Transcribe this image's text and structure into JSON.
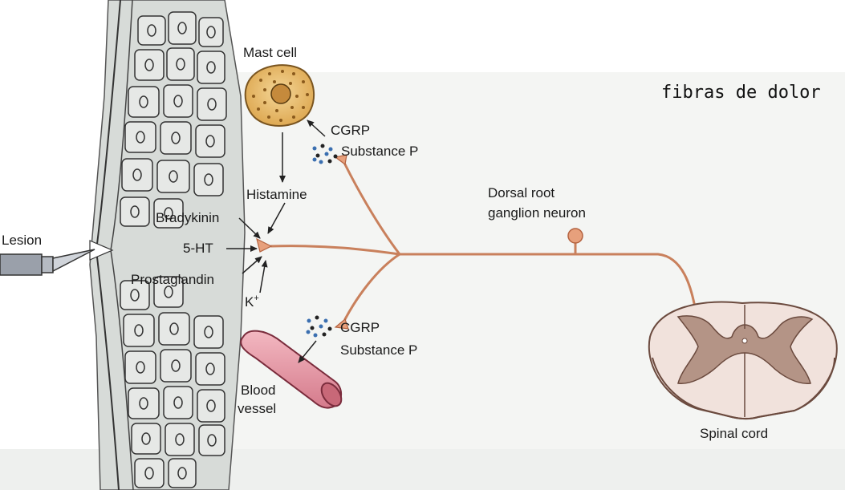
{
  "figure": {
    "title": "fibras de dolor",
    "labels": {
      "mast_cell": "Mast cell",
      "cgrp_top": "CGRP",
      "substance_p_top": "Substance P",
      "histamine": "Histamine",
      "bradykinin": "Bradykinin",
      "serotonin": "5-HT",
      "prostaglandin": "Prostaglandin",
      "potassium": "K",
      "potassium_sup": "+",
      "lesion": "Lesion",
      "cgrp_bottom": "CGRP",
      "substance_p_bottom": "Substance P",
      "blood_vessel_line1": "Blood",
      "blood_vessel_line2": "vessel",
      "drg_line1": "Dorsal root",
      "drg_line2": "ganglion neuron",
      "spinal_cord": "Spinal cord"
    },
    "colors": {
      "nerve_fiber": "#c9805c",
      "mast_cell": "#e7b865",
      "blood_vessel": "#e79aa6",
      "spinal_cord_gray": "#b49486",
      "spinal_cord_white": "#f1e2dc",
      "tissue": "#cfd3d0"
    }
  }
}
